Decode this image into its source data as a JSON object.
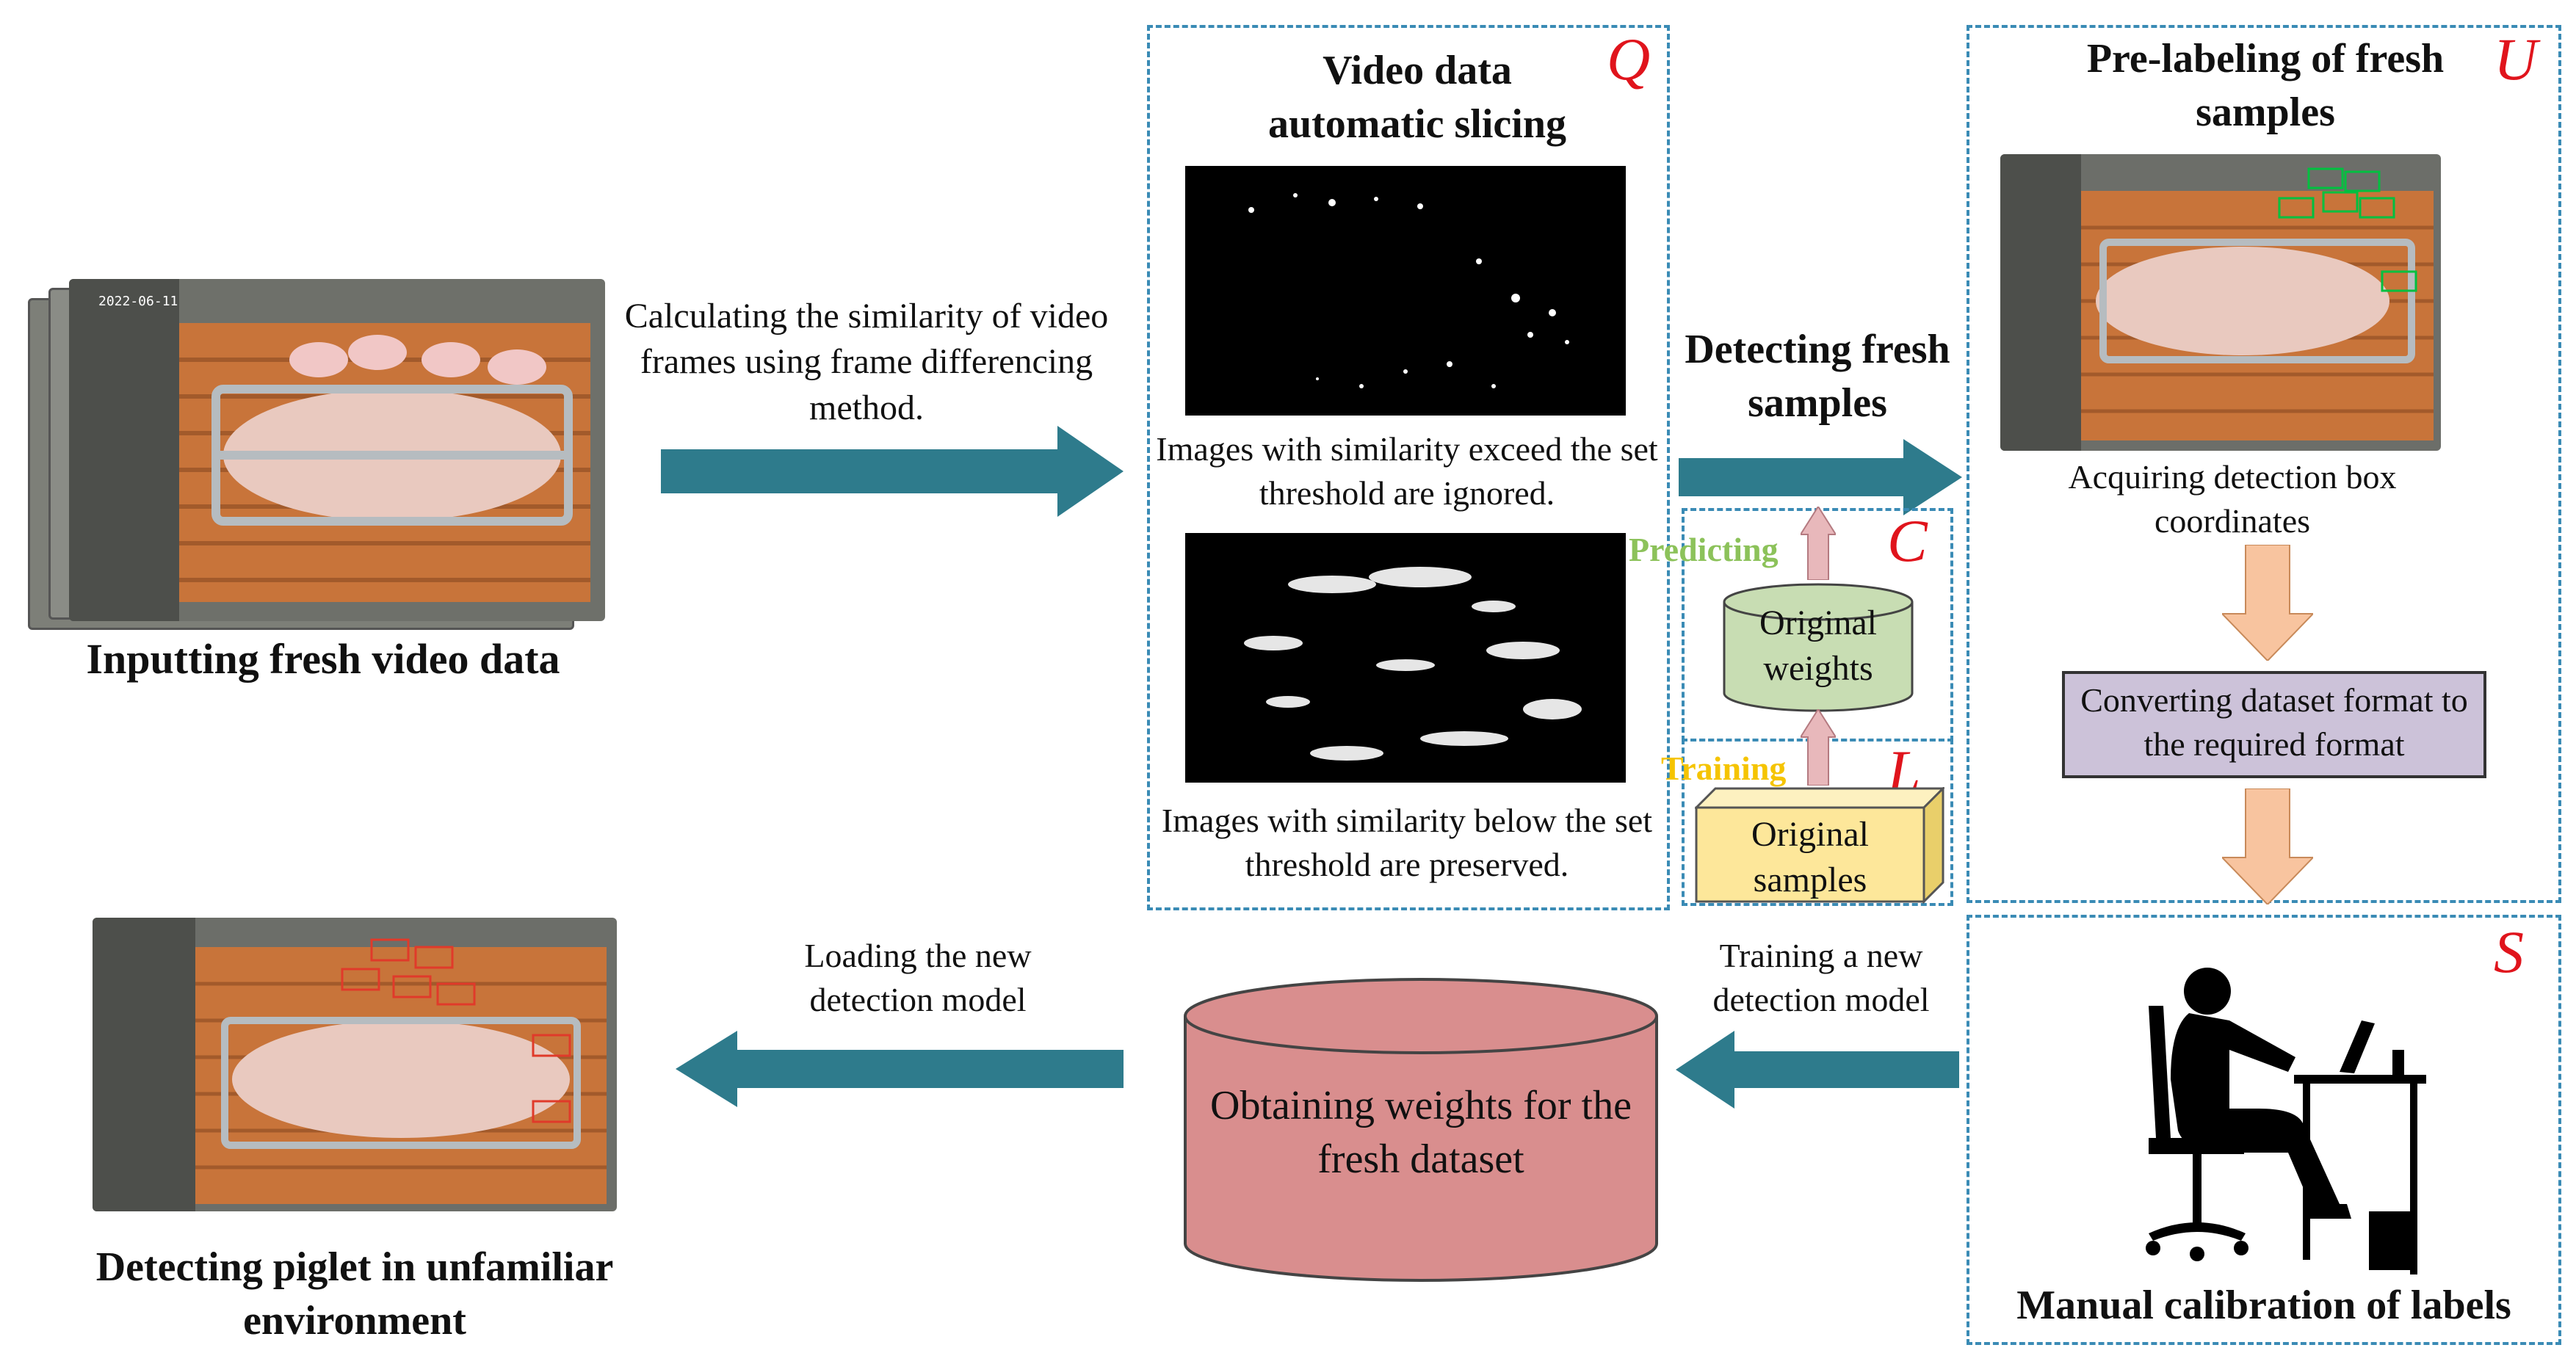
{
  "input": {
    "label": "Inputting fresh video data"
  },
  "slicing_arrow": {
    "text": "Calculating the similarity of video frames using frame differencing method."
  },
  "box_q": {
    "letter": "Q",
    "title": "Video data automatic slicing",
    "caption_ignored": "Images with similarity exceed the set threshold are ignored.",
    "caption_preserved": "Images with similarity below the set threshold are preserved."
  },
  "detect_arrow": {
    "label": "Detecting fresh samples"
  },
  "box_c": {
    "letter": "C",
    "tag": "Predicting",
    "cylinder": "Original weights"
  },
  "box_l": {
    "letter": "L",
    "tag": "Training",
    "block": "Original samples"
  },
  "box_u": {
    "letter": "U",
    "title": "Pre-labeling of fresh samples",
    "caption": "Acquiring detection box coordinates",
    "convert": "Converting dataset format to the required format"
  },
  "box_s": {
    "letter": "S",
    "caption": "Manual calibration of labels"
  },
  "train_arrow": {
    "text": "Training a new detection model"
  },
  "database": {
    "text": "Obtaining weights for the fresh dataset"
  },
  "load_arrow": {
    "text": "Loading the new detection model"
  },
  "output": {
    "label": "Detecting piglet in unfamiliar environment"
  },
  "colors": {
    "flow_arrow": "#2e7b8c",
    "step_arrow": "#f8c49f",
    "training_arrow": "#e8b8bb",
    "dashed_border": "#3a8bb5",
    "letter_red": "#e0141c",
    "predicting_green": "#8cc25a",
    "training_yellow": "#f5c400",
    "convert_box": "#ccc2d9",
    "weights_cylinder": "#c8ddb3",
    "samples_block": "#fde79a",
    "database": "#d98e8e"
  },
  "icons": [
    "pig-pen-photo",
    "motion-difference-frame",
    "person-at-computer-icon",
    "database-cylinder"
  ]
}
